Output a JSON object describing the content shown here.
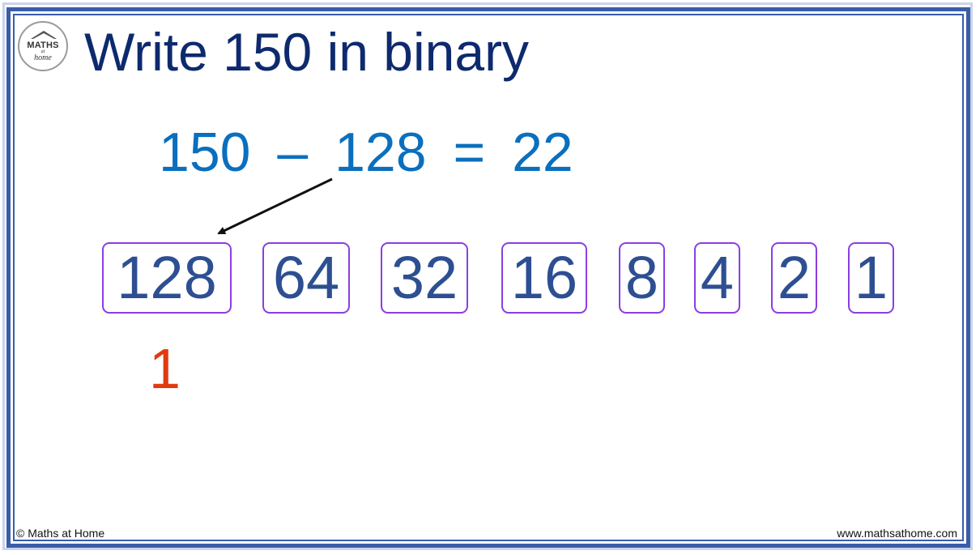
{
  "logo": {
    "line1": "MATHS",
    "line2": "at",
    "line3": "home"
  },
  "title": "Write 150 in binary",
  "equation": {
    "a": "150",
    "op": "–",
    "b": "128",
    "eq": "=",
    "result": "22"
  },
  "place_values": [
    "128",
    "64",
    "32",
    "16",
    "8",
    "4",
    "2",
    "1"
  ],
  "binary_digits": [
    "1"
  ],
  "footer": {
    "copyright": "© Maths at Home",
    "website": "www.mathsathome.com"
  },
  "colors": {
    "title": "#0e2a6e",
    "equation": "#0a6fbe",
    "box_border": "#8a3fe0",
    "box_text": "#2d4f92",
    "digit": "#e23a10",
    "frame": "#3a5da8"
  }
}
